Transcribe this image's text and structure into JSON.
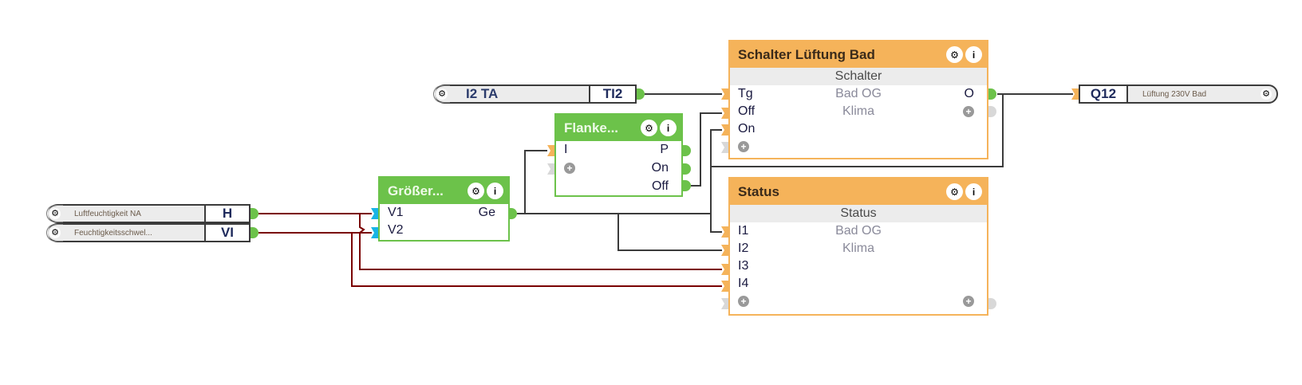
{
  "colors": {
    "orange_block": "#f5b35a",
    "green_block": "#6cc24a",
    "blue_port": "#18b4e6",
    "wire_dark": "#3b3b3b",
    "wire_red": "#7a0000"
  },
  "inputs": [
    {
      "name": "Luftfeuchtigkeit NA",
      "code": "H",
      "icon": "gear-icon"
    },
    {
      "name": "Feuchtigkeitsschwel...",
      "code": "VI",
      "icon": "gear-icon"
    },
    {
      "name": "I2 TA",
      "code": "TI2",
      "icon": "gear-icon"
    }
  ],
  "outputs": [
    {
      "code": "Q12",
      "name": "Lüftung 230V Bad",
      "icon": "gear-icon"
    }
  ],
  "blocks": {
    "groesser": {
      "title": "Größer...",
      "inputs": [
        "V1",
        "V2"
      ],
      "outputs": [
        "Ge"
      ]
    },
    "flanke": {
      "title": "Flanke...",
      "inputs": [
        "I"
      ],
      "outputs": [
        "P",
        "On",
        "Off"
      ]
    },
    "schalter": {
      "title": "Schalter Lüftung Bad",
      "subtitle": "Schalter",
      "location": "Bad OG",
      "category": "Klima",
      "inputs": [
        "Tg",
        "Off",
        "On"
      ],
      "outputs": [
        "O"
      ]
    },
    "status": {
      "title": "Status",
      "subtitle": "Status",
      "location": "Bad OG",
      "category": "Klima",
      "inputs": [
        "I1",
        "I2",
        "I3",
        "I4"
      ]
    }
  },
  "buttons": {
    "settings": "⚙",
    "info": "i",
    "add": "+"
  }
}
